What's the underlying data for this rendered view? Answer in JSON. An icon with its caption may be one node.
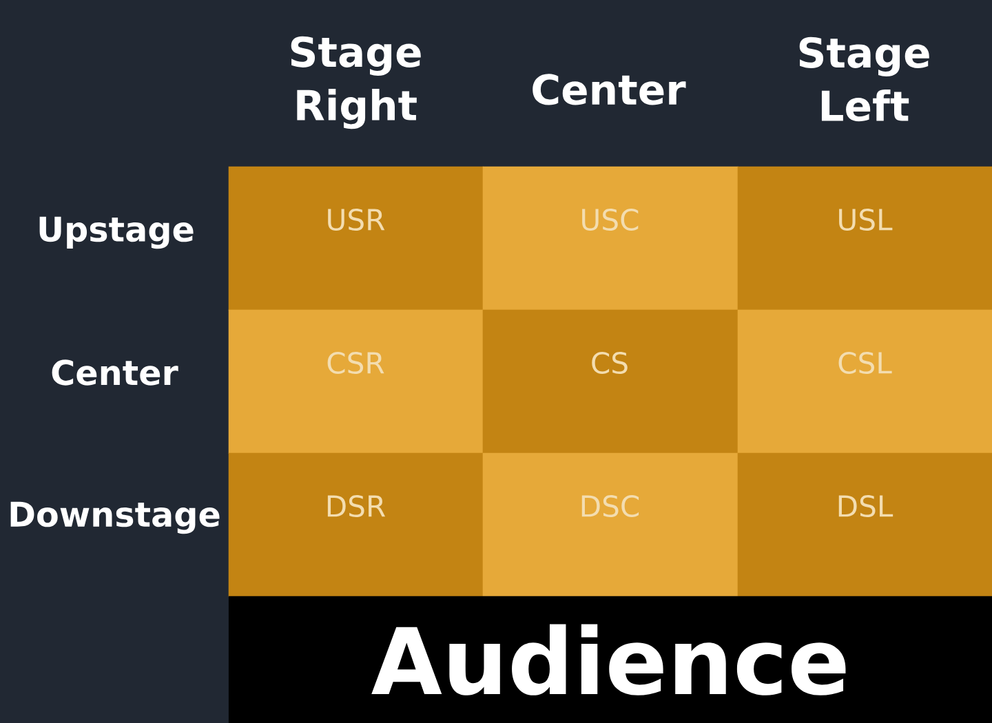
{
  "diagram": {
    "nodes": [
      {
        "text": [
          "USR"
        ]
      },
      {
        "text": [
          "USC"
        ]
      },
      {
        "text": [
          "USL"
        ]
      },
      {
        "text": [
          "CSR"
        ]
      },
      {
        "text": [
          "CS"
        ]
      },
      {
        "text": [
          "CSL"
        ]
      },
      {
        "text": [
          "DSR"
        ]
      },
      {
        "text": [
          "DSC"
        ]
      },
      {
        "text": [
          "DSL"
        ]
      },
      {
        "text": [
          "Audience"
        ]
      }
    ],
    "labels": [
      "Stage Right",
      "Center",
      "Stage Left",
      "Upstage",
      "Center",
      "Downstage"
    ]
  }
}
